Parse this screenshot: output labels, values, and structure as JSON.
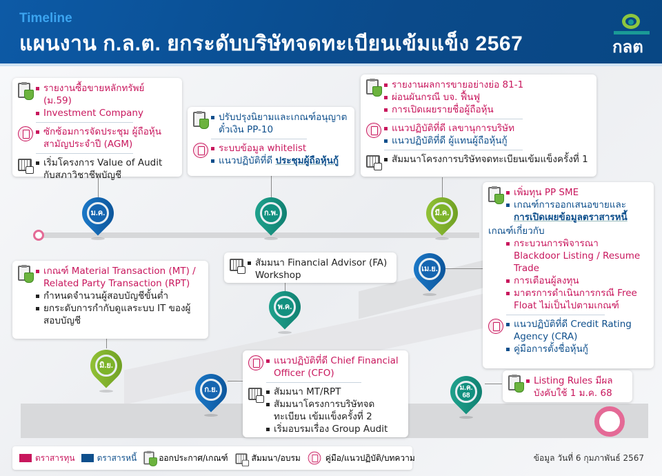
{
  "header": {
    "subtitle": "Timeline",
    "title": "แผนงาน ก.ล.ต. ยกระดับบริษัทจดทะเบียนเข้มแข็ง 2567",
    "logo_text": "กลต"
  },
  "colors": {
    "equity_pink": "#c8175d",
    "debt_blue": "#0e4f8c",
    "header_bg": "#0b4f93",
    "pin_blue": "#1565b0",
    "pin_teal": "#12907f",
    "pin_green": "#7db32a"
  },
  "months": [
    {
      "label": "ม.ค.",
      "color": "blue"
    },
    {
      "label": "ก.พ.",
      "color": "teal"
    },
    {
      "label": "มี.ค.",
      "color": "green"
    },
    {
      "label": "เม.ย.",
      "color": "blue"
    },
    {
      "label": "พ.ค.",
      "color": "teal"
    },
    {
      "label": "มิ.ย.",
      "color": "green"
    },
    {
      "label": "ก.ย.",
      "color": "blue"
    },
    {
      "label": "ม.ค. 68",
      "color": "teal"
    }
  ],
  "cards": {
    "jan": {
      "g1": [
        "รายงานซื้อขายหลักทรัพย์ (ม.59)",
        "Investment Company"
      ],
      "g2": [
        "ซักซ้อมการจัดประชุม ผู้ถือหุ้นสามัญประจำปี (AGM)"
      ],
      "g3": [
        "เริ่มโครงการ Value of Audit กับสภาวิชาชีพบัญชี"
      ]
    },
    "feb": {
      "g1": [
        "ปรับปรุงนิยามและเกณฑ์อนุญาต ตั๋วเงิน PP-10"
      ],
      "g2a": "ระบบข้อมูล whitelist",
      "g2b_prefix": "แนวปฏิบัติที่ดี ",
      "g2b_bold": "ประชุมผู้ถือหุ้นกู้"
    },
    "mar": {
      "g1": [
        "รายงานผลการขายอย่างย่อ 81-1",
        "ผ่อนผันกรณี บจ. ฟื้นฟู",
        "การเปิดเผยรายชื่อผู้ถือหุ้น"
      ],
      "g2a": "แนวปฏิบัติที่ดี เลขานุการบริษัท",
      "g2b": "แนวปฏิบัติที่ดี ผู้แทนผู้ถือหุ้นกู้",
      "g3": [
        "สัมมนาโครงการบริษัทจดทะเบียนเข้มแข็งครั้งที่ 1"
      ]
    },
    "apr": {
      "g1a": "เพิ่มทุน PP SME",
      "g1b": "เกณฑ์การออกเสนอขายและ",
      "g1b_bold": "การเปิดเผยข้อมูลตราสารหนี้",
      "sub_heading": "เกณฑ์เกี่ยวกับ",
      "sub_items": [
        "กระบวนการพิจารณา Blackdoor Listing / Resume Trade",
        "การเตือนผู้ลงทุน",
        "มาตรการดำเนินการกรณี Free Float ไม่เป็นไปตามเกณฑ์"
      ],
      "g2a": "แนวปฏิบัติที่ดี Credit Rating Agency (CRA)",
      "g2b": "คู่มือการตั้งชื่อหุ้นกู้"
    },
    "may": {
      "g1": [
        "สัมมนา Financial Advisor (FA) Workshop"
      ]
    },
    "jun": {
      "g1": [
        "เกณฑ์ Material Transaction (MT) / Related Party Transaction (RPT)"
      ],
      "g1_black": [
        "กำหนดจำนวนผู้สอบบัญชีขั้นต่ำ",
        "ยกระดับการกำกับดูแลระบบ IT ของผู้สอบบัญชี"
      ]
    },
    "sep": {
      "g1": [
        "แนวปฏิบัติที่ดี Chief Financial Officer (CFO)"
      ],
      "g2": [
        "สัมมนา MT/RPT",
        "สัมมนาโครงการบริษัทจดทะเบียน เข้มแข็งครั้งที่ 2",
        "เริ่มอบรมเรื่อง Group Audit"
      ]
    },
    "jan68": {
      "g1": [
        "Listing Rules มีผลบังคับใช้ 1 ม.ค. 68"
      ]
    }
  },
  "legend": [
    {
      "label": "ตราสารทุน",
      "type": "swatch",
      "color": "#c8175d"
    },
    {
      "label": "ตราสารหนี้",
      "type": "swatch",
      "color": "#0e4f8c"
    },
    {
      "label": "ออกประกาศ/เกณฑ์",
      "type": "clipboard-icon"
    },
    {
      "label": "สัมมนา/อบรม",
      "type": "calendar-icon"
    },
    {
      "label": "คู่มือ/แนวปฏิบัติ/บทความ",
      "type": "document-icon"
    }
  ],
  "source_note": "ข้อมูล วันที่ 6 กุมภาพันธ์ 2567"
}
